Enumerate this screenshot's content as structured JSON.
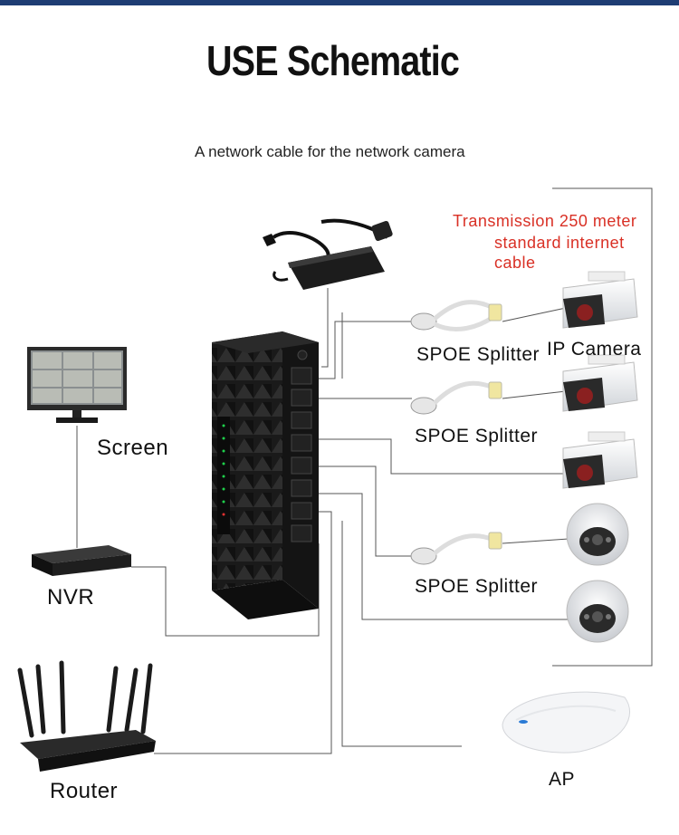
{
  "title": "USE Schematic",
  "subtitle": "A network cable for the network camera",
  "note": {
    "line1": "Transmission 250 meter",
    "line2": "standard internet",
    "line3": "cable"
  },
  "labels": {
    "spoe_splitter_1": "SPOE Splitter",
    "ip_camera": "IP Camera",
    "spoe_splitter_2": "SPOE Splitter",
    "spoe_splitter_3": "SPOE Splitter",
    "screen": "Screen",
    "nvr": "NVR",
    "router": "Router",
    "ap": "AP"
  },
  "colors": {
    "header_bar": "#1e3d73",
    "note_text": "#d93025",
    "switch_body": "#1b1b1b",
    "connector_line": "#555555"
  }
}
